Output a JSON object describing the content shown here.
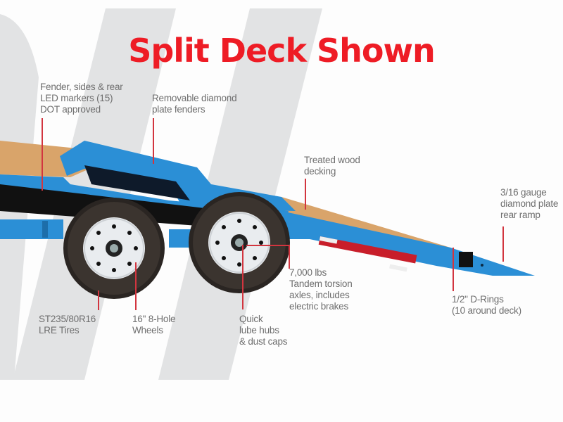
{
  "title": "Split Deck Shown",
  "colors": {
    "title": "#ee1c25",
    "trailer_blue": "#2b8fd6",
    "deck_wood": "#d9a46a",
    "leader_line": "#d2353f",
    "label_text": "#6e6e6e",
    "background_stripe": "#e2e3e4"
  },
  "callouts": [
    {
      "id": "fender-led",
      "text": "Fender, sides & rear\nLED markers (15)\nDOT approved"
    },
    {
      "id": "fenders",
      "text": "Removable diamond\nplate fenders"
    },
    {
      "id": "decking",
      "text": "Treated wood\ndecking"
    },
    {
      "id": "ramp",
      "text": "3/16 gauge\ndiamond plate\nrear ramp"
    },
    {
      "id": "axles",
      "text": "7,000 lbs\nTandem torsion\naxles, includes\nelectric brakes"
    },
    {
      "id": "d-rings",
      "text": "1/2\" D-Rings\n(10 around deck)"
    },
    {
      "id": "tires",
      "text": "ST235/80R16\nLRE Tires"
    },
    {
      "id": "wheels",
      "text": "16\" 8-Hole\nWheels"
    },
    {
      "id": "hubs",
      "text": "Quick\nlube hubs\n& dust caps"
    }
  ]
}
